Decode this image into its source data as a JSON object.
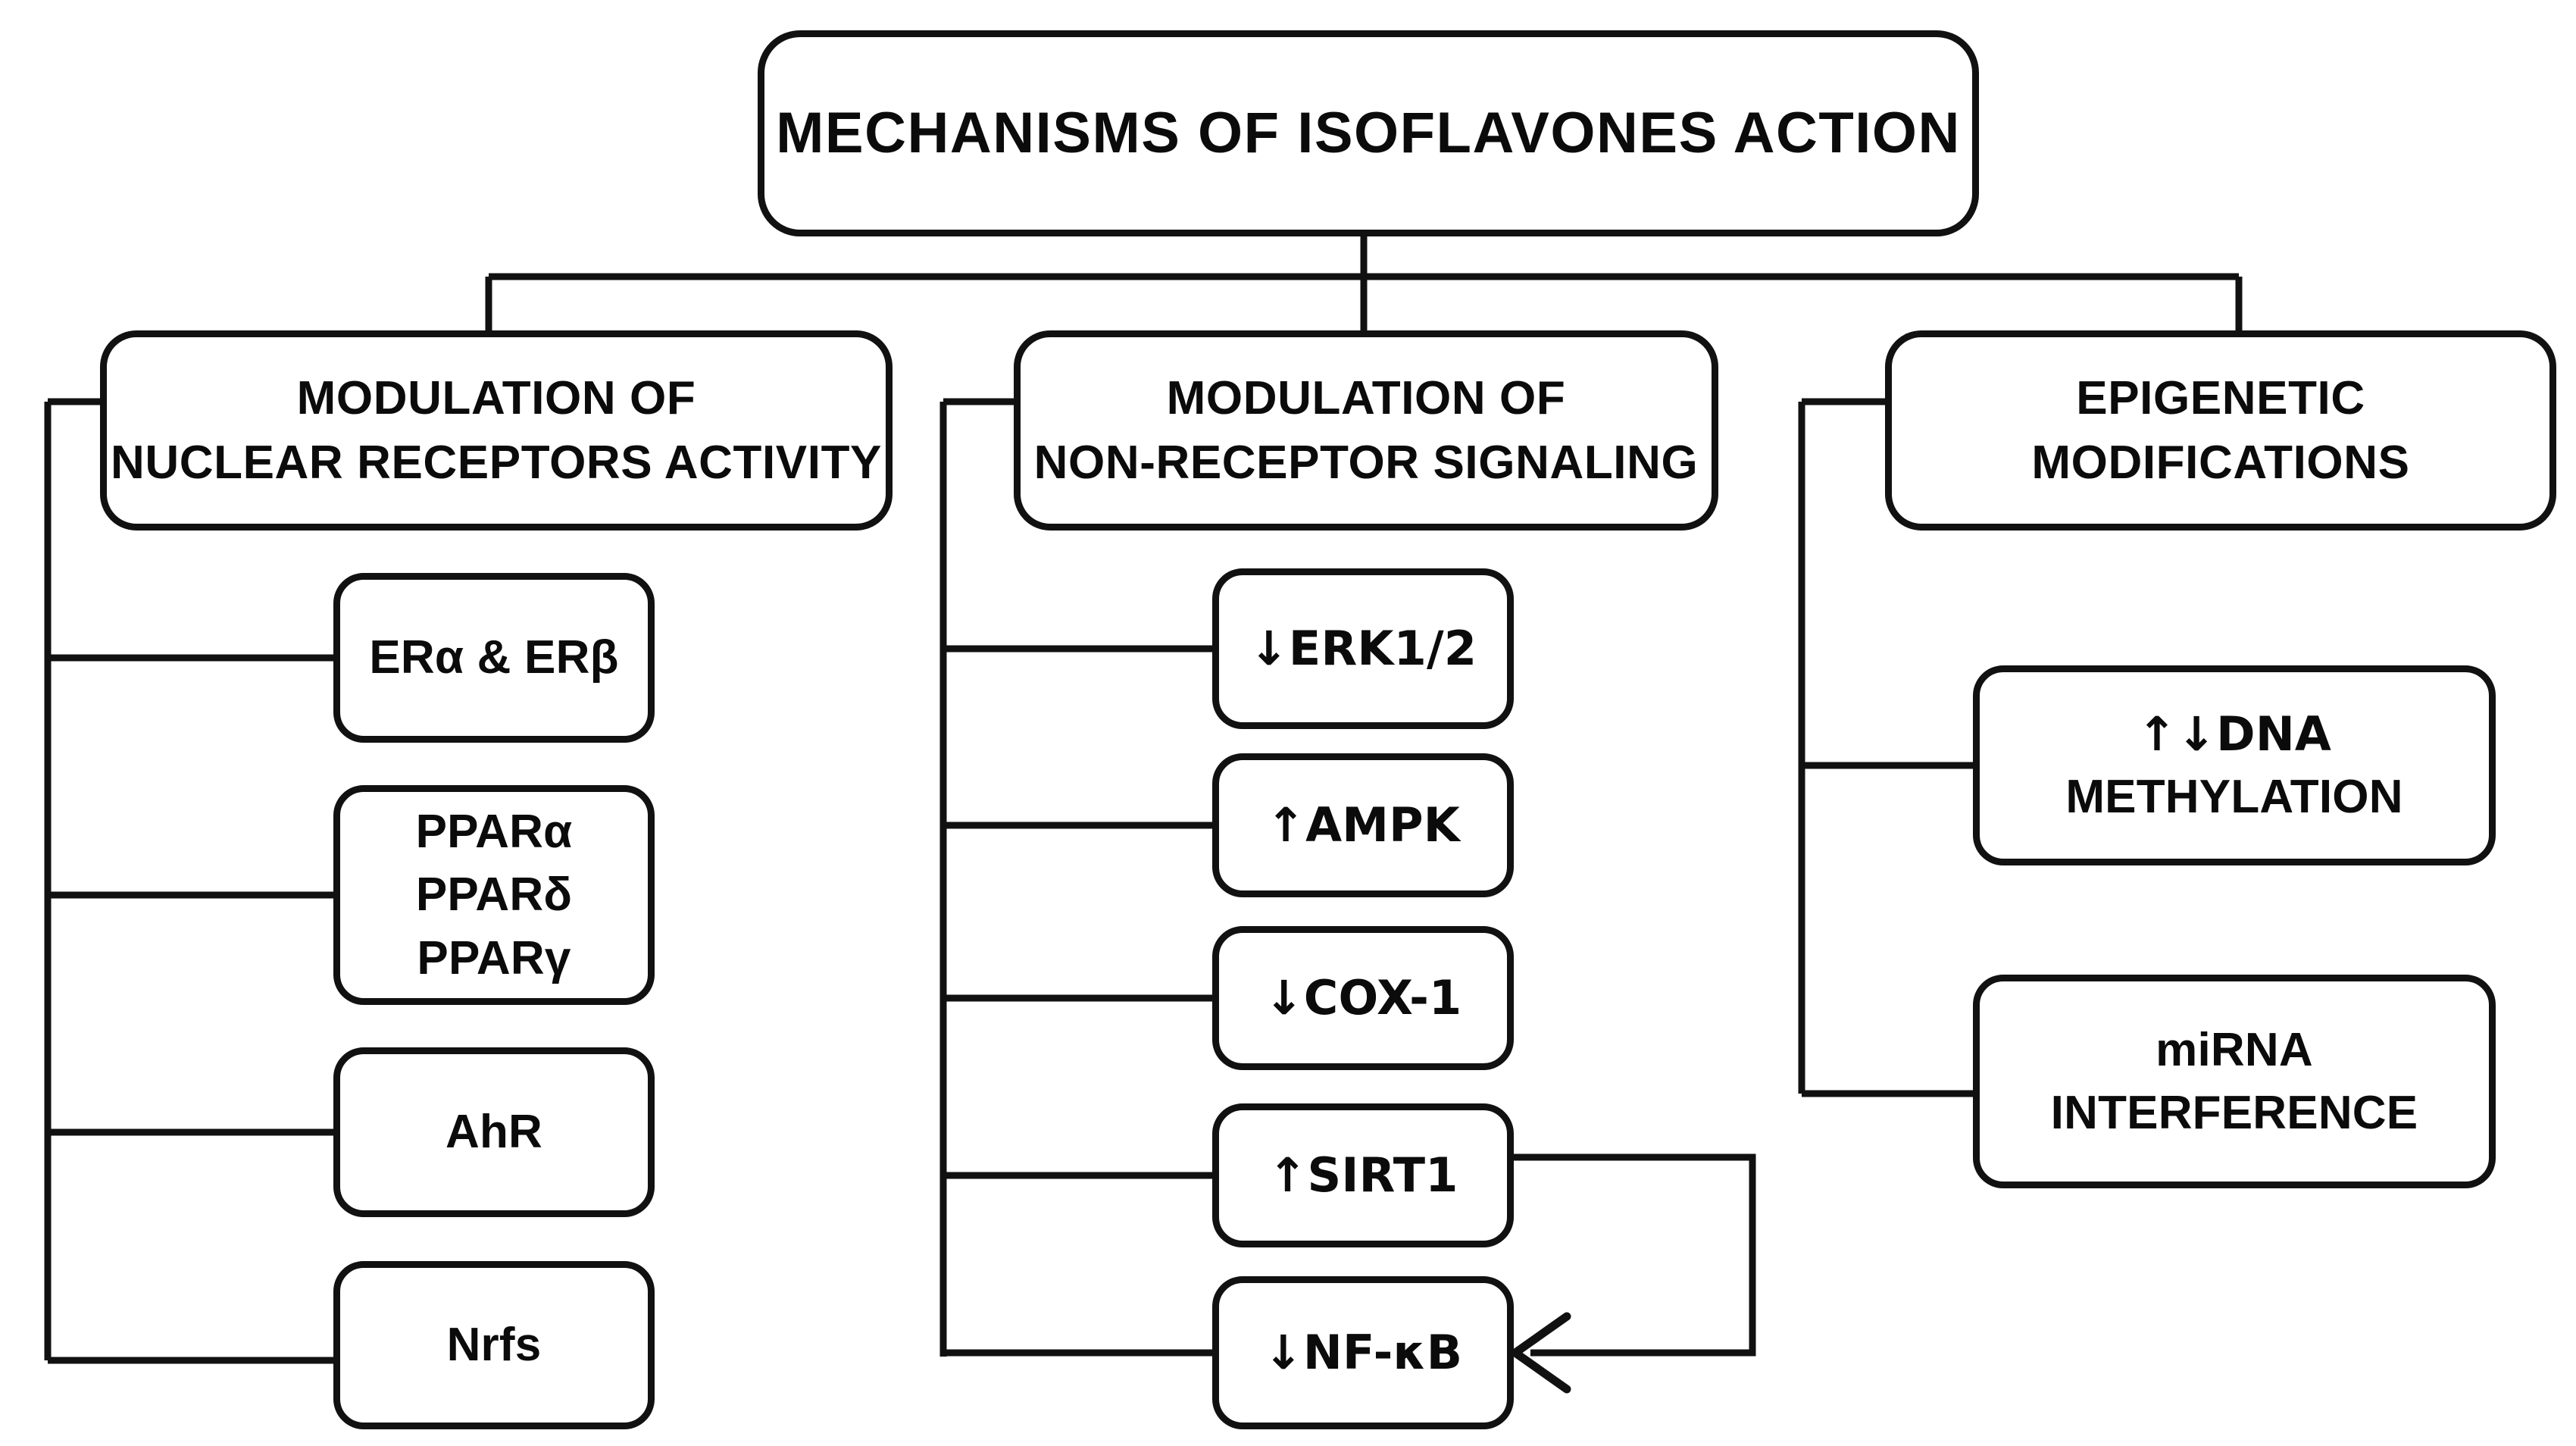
{
  "diagram": {
    "title_node": {
      "label": "MECHANISMS OF ISOFLAVONES ACTION"
    },
    "branches": [
      {
        "id": "nuclear-receptors",
        "header_line1": "MODULATION OF",
        "header_line2": "NUCLEAR RECEPTORS ACTIVITY",
        "children": [
          {
            "id": "er",
            "line1": "ERα & ERβ"
          },
          {
            "id": "ppar",
            "line1": "PPARα",
            "line2": "PPARδ",
            "line3": "PPARγ"
          },
          {
            "id": "ahr",
            "line1": "AhR"
          },
          {
            "id": "nrfs",
            "line1": "Nrfs"
          }
        ]
      },
      {
        "id": "non-receptor-signaling",
        "header_line1": "MODULATION OF",
        "header_line2": "NON-RECEPTOR SIGNALING",
        "children": [
          {
            "id": "erk",
            "line1": "↓ERK1/2"
          },
          {
            "id": "ampk",
            "line1": "↑AMPK"
          },
          {
            "id": "cox",
            "line1": "↓COX-1"
          },
          {
            "id": "sirt",
            "line1": "↑SIRT1"
          },
          {
            "id": "nfkb",
            "line1": "↓NF-κB"
          }
        ]
      },
      {
        "id": "epigenetic-modifications",
        "header_line1": "EPIGENETIC",
        "header_line2": "MODIFICATIONS",
        "children": [
          {
            "id": "dna",
            "line1": "↑↓DNA",
            "line2": "METHYLATION"
          },
          {
            "id": "mirna",
            "line1": "miRNA",
            "line2": "INTERFERENCE"
          }
        ]
      }
    ],
    "edges": [
      {
        "from": "title-node",
        "to": "nuclear-receptors-header",
        "type": "orthogonal"
      },
      {
        "from": "title-node",
        "to": "non-receptor-signaling-header",
        "type": "orthogonal"
      },
      {
        "from": "title-node",
        "to": "epigenetic-modifications-header",
        "type": "orthogonal"
      },
      {
        "from": "nuclear-receptors-header",
        "to": "er",
        "type": "bus"
      },
      {
        "from": "nuclear-receptors-header",
        "to": "ppar",
        "type": "bus"
      },
      {
        "from": "nuclear-receptors-header",
        "to": "ahr",
        "type": "bus"
      },
      {
        "from": "nuclear-receptors-header",
        "to": "nrfs",
        "type": "bus"
      },
      {
        "from": "non-receptor-signaling-header",
        "to": "erk",
        "type": "bus"
      },
      {
        "from": "non-receptor-signaling-header",
        "to": "ampk",
        "type": "bus"
      },
      {
        "from": "non-receptor-signaling-header",
        "to": "cox",
        "type": "bus"
      },
      {
        "from": "non-receptor-signaling-header",
        "to": "sirt",
        "type": "bus"
      },
      {
        "from": "non-receptor-signaling-header",
        "to": "nfkb",
        "type": "bus"
      },
      {
        "from": "epigenetic-modifications-header",
        "to": "dna",
        "type": "bus"
      },
      {
        "from": "epigenetic-modifications-header",
        "to": "mirna",
        "type": "bus"
      },
      {
        "from": "sirt",
        "to": "nfkb",
        "type": "arrow",
        "arrowhead": "left"
      }
    ],
    "style": {
      "stroke_color": "#111111",
      "background_color": "#ffffff",
      "text_color": "#0b0b0b"
    }
  }
}
